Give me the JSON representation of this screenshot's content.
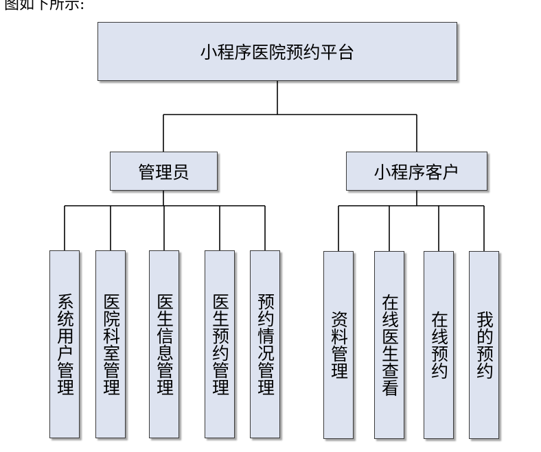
{
  "caption": "图如下所示:",
  "root": {
    "label": "小程序医院预约平台"
  },
  "groups": [
    {
      "label": "管理员",
      "children": [
        "系统用户管理",
        "医院科室管理",
        "医生信息管理",
        "医生预约管理",
        "预约情况管理"
      ]
    },
    {
      "label": "小程序客户",
      "children": [
        "资料管理",
        "在线医生查看",
        "在线预约",
        "我的预约"
      ]
    }
  ],
  "colors": {
    "box_fill": "#dde3f0",
    "box_border": "#3a3a3a",
    "line": "#000000"
  }
}
